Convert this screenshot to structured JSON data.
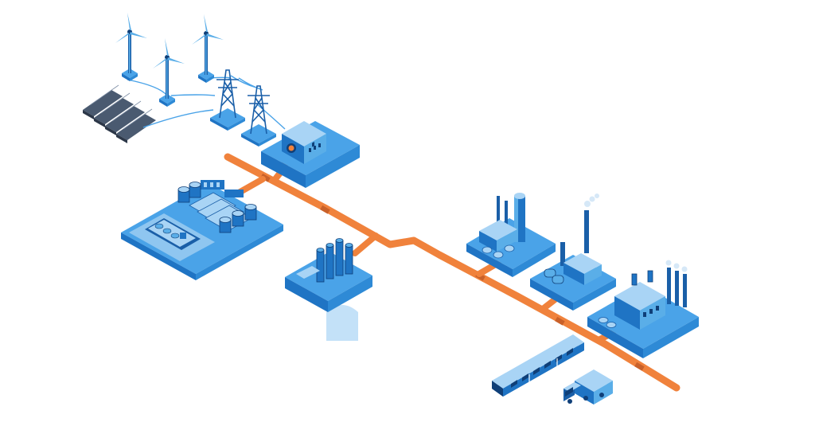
{
  "diagram": {
    "colors": {
      "background": "#ffffff",
      "pipeline": "#f0823c",
      "pipeline_shadow": "#c9612a",
      "platform_top": "#4aa3e8",
      "platform_left": "#1f74c4",
      "platform_right": "#2e8ad6",
      "structure_light": "#a9d4f5",
      "structure_mid": "#5aaee8",
      "structure_dark": "#1a5fa8",
      "outline": "#0f3f78",
      "smoke": "#d6e8f7"
    },
    "components": [
      {
        "id": "wind-turbines",
        "icon": "wind-turbine-icon",
        "count": 3
      },
      {
        "id": "solar-panels",
        "icon": "solar-panel-icon",
        "count": 4
      },
      {
        "id": "transmission-towers",
        "icon": "pylon-icon",
        "count": 2
      },
      {
        "id": "electrolyzer-station",
        "icon": "power-station-icon"
      },
      {
        "id": "port-terminal",
        "icon": "tanker-ship-icon"
      },
      {
        "id": "storage-facility",
        "icon": "storage-tank-icon"
      },
      {
        "id": "refinery",
        "icon": "refinery-icon"
      },
      {
        "id": "power-plant",
        "icon": "smokestack-factory-icon"
      },
      {
        "id": "industrial-factory",
        "icon": "factory-icon"
      },
      {
        "id": "train",
        "icon": "train-icon"
      },
      {
        "id": "truck",
        "icon": "truck-icon"
      }
    ]
  }
}
